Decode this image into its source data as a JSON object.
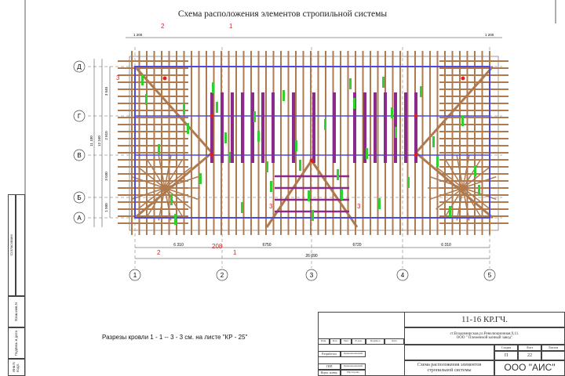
{
  "title": "Схема расположения элементов стропильной системы",
  "note": "Разрезы кровли 1 - 1 -- 3 - 3 см. на листе \"КР - 25\"",
  "axes": {
    "rows": [
      "Д",
      "Г",
      "В",
      "Б",
      "А"
    ],
    "cols": [
      "1",
      "2",
      "3",
      "4",
      "5"
    ]
  },
  "dimensions": {
    "bottom": [
      "6 310",
      "6750",
      "6720",
      "6 310"
    ],
    "total": "26 090",
    "left": [
      "3 540",
      "2 810",
      "3 030",
      "1 500"
    ],
    "left_total": [
      "11 100",
      "12 240"
    ],
    "top_first": "1 200",
    "top_last": "1 200"
  },
  "section_marks": {
    "top": [
      "2",
      "1"
    ],
    "bottom": [
      "2",
      "1"
    ],
    "side": [
      "3",
      "3",
      "3"
    ],
    "ref": "208"
  },
  "title_block": {
    "code": "11-16 КР.ГЧ.",
    "address": "ст.Владимирская,ул.Революционная,9,11.",
    "client": "ООО \" Племенной конный завод\"",
    "headers": [
      "Изм.",
      "Кол.",
      "Лист",
      "N док.",
      "Подпись",
      "Дата"
    ],
    "roles": [
      "Разработал",
      "ГИП",
      "Норм. контр."
    ],
    "names": [
      "Кривошеевский",
      "Кривошеевский",
      "Нестерова"
    ],
    "stage_headers": [
      "Стадия",
      "Лист",
      "Листов"
    ],
    "stage": "П",
    "sheet": "22",
    "sheet_name": "Схема расположения элементов стропильной системы",
    "company": "ООО \"АИС\""
  },
  "stamp": [
    "Согласовано",
    "Взам.инв.N",
    "Подпись и дата",
    "Инв.N подл."
  ],
  "colors": {
    "rafter": "#b07a4f",
    "beam": "#4a4ae0",
    "post": "#8a2a8a",
    "mark": "#e02020",
    "label": "#30d030"
  }
}
